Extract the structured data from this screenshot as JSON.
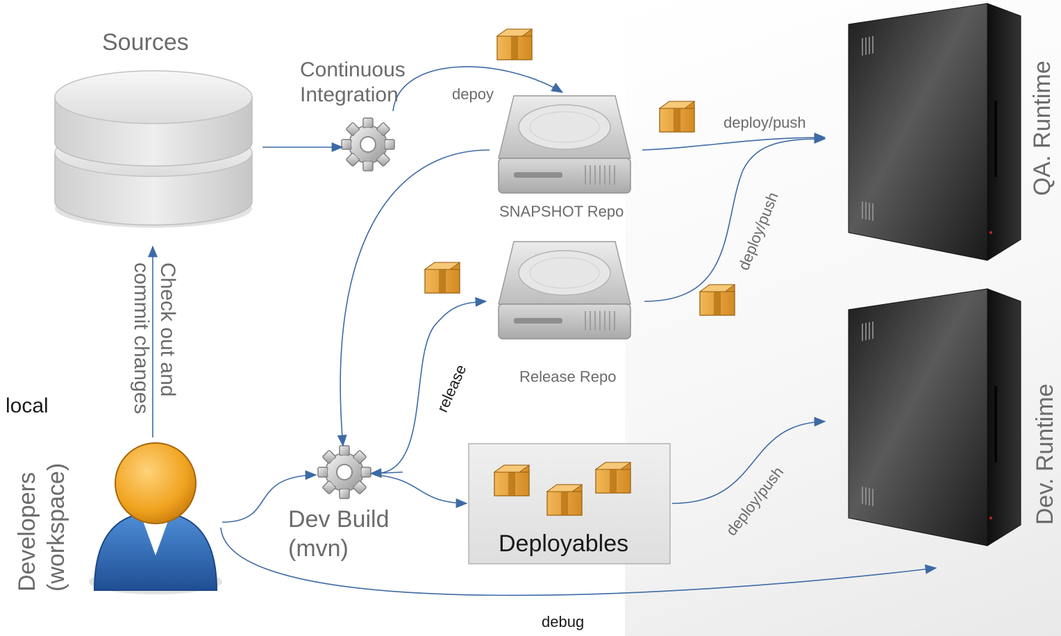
{
  "labels": {
    "sources": "Sources",
    "ci_line1": "Continuous",
    "ci_line2": "Integration",
    "depoy": "depoy",
    "deploy_push_top": "deploy/push",
    "deploy_push_diag1": "deploy/push",
    "deploy_push_diag2": "deploy/push",
    "snapshot_repo": "SNAPSHOT Repo",
    "release_repo": "Release Repo",
    "release": "release",
    "check_out_line1": "Check out and",
    "check_out_line2": "commit changes",
    "local": "local",
    "developers_line1": "Developers",
    "developers_line2": "(workspace)",
    "dev_build_line1": "Dev Build",
    "dev_build_line2": "(mvn)",
    "deployables": "Deployables",
    "debug": "debug",
    "qa_runtime": "QA. Runtime",
    "dev_runtime": "Dev. Runtime"
  },
  "colors": {
    "arrow": "#3d6aa5",
    "text": "#6b6b6b",
    "package": "#e2a43c",
    "server": "#2c2c2c",
    "person_head": "#f0a21e",
    "person_body": "#2f6bb5"
  }
}
